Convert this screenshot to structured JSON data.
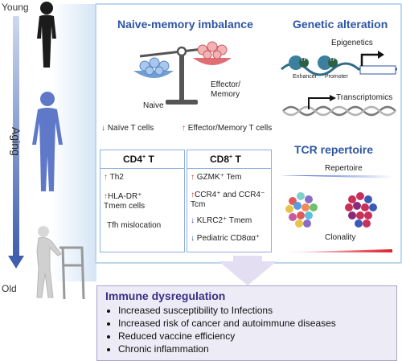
{
  "aging": {
    "young_label": "Young",
    "old_label": "Old",
    "axis_label": "Aging"
  },
  "naive_memory": {
    "title": "Naive-memory imbalance",
    "naive_label": "Naive",
    "effector_label": "Effector/\nMemory",
    "naive_change": "Naïve T cells",
    "effector_change": "Effector/Memory T cells"
  },
  "cd4": {
    "header": "CD4",
    "header_sup": "+",
    "header_suffix": " T",
    "items": [
      {
        "dir": "up",
        "text": "Th2"
      },
      {
        "dir": "up",
        "text": "HLA-DR⁺\nTmem cells"
      },
      {
        "dir": "none",
        "text": "Tfh mislocation"
      }
    ]
  },
  "cd8": {
    "header": "CD8",
    "header_sup": "+",
    "header_suffix": " T",
    "items": [
      {
        "dir": "up",
        "text": "GZMK⁺ Tem"
      },
      {
        "dir": "up",
        "text": "CCR4⁺ and CCR4⁻\nTcm"
      },
      {
        "dir": "down",
        "text": "KLRC2⁺ Tmem"
      },
      {
        "dir": "down",
        "text": "Pediatric CD8αα⁺"
      }
    ]
  },
  "genetic": {
    "title": "Genetic alteration",
    "epigenetics": "Epigenetics",
    "tf": "TF",
    "enhancer": "Enhancer",
    "promoter": "Promoter",
    "transcriptomics": "Transcriptomics"
  },
  "tcr": {
    "title": "TCR repertoire",
    "repertoire": "Repertoire",
    "clonality": "Clonality"
  },
  "dysregulation": {
    "title": "Immune dysregulation",
    "items": [
      "Increased susceptibility to Infections",
      "Increased risk of cancer and autoimmune diseases",
      "Reduced vaccine efficiency",
      "Chronic inflammation"
    ]
  },
  "colors": {
    "title_blue": "#2d55a3",
    "up_red": "#c0392b",
    "down_blue": "#2d4fa0",
    "panel_border": "#bcd6ec",
    "bottom_bg": "#ecebf6"
  }
}
